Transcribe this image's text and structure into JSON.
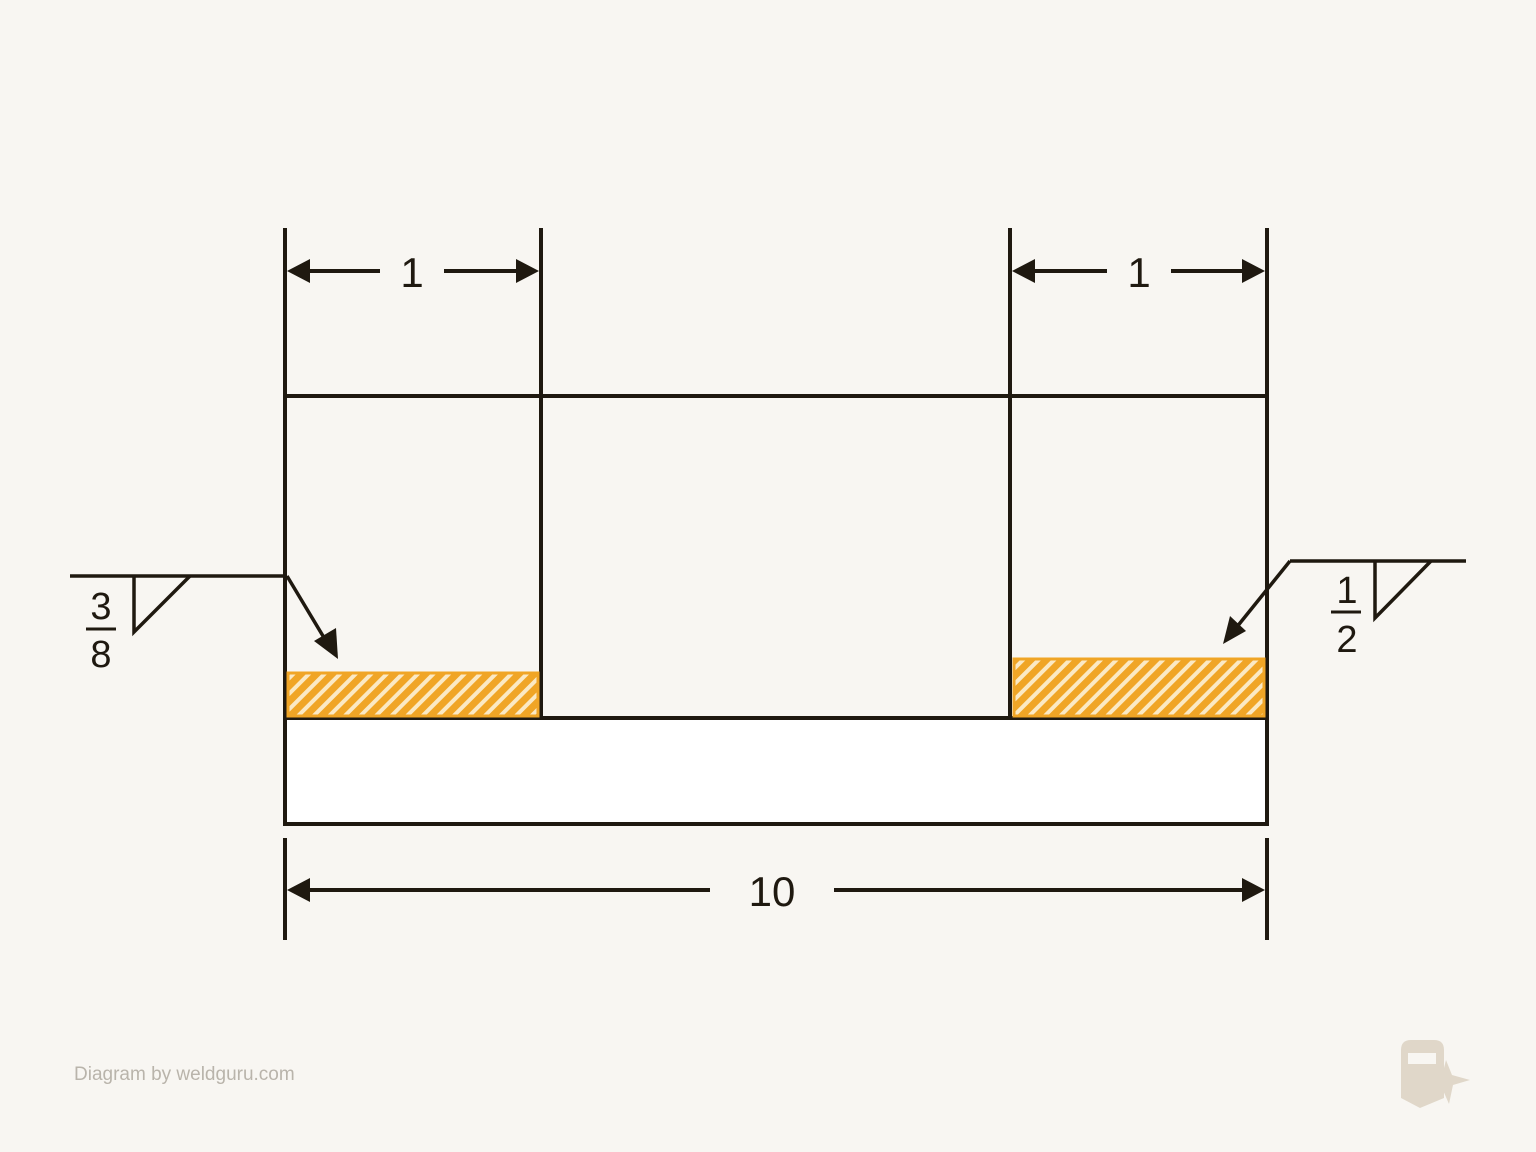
{
  "dimensions": {
    "left_segment": "1",
    "right_segment": "1",
    "overall": "10"
  },
  "weld_symbols": {
    "left": {
      "numerator": "3",
      "denominator": "8"
    },
    "right": {
      "numerator": "1",
      "denominator": "2"
    }
  },
  "credit": "Diagram by weldguru.com",
  "colors": {
    "background": "#f8f6f2",
    "ink": "#1f1910",
    "weld_fill": "#f0a526",
    "weld_hatch": "#fbe9c4",
    "base_plate": "#ffffff",
    "credit_text": "#b9b4ab"
  },
  "icons": {
    "logo": "welding-helmet-spark-icon"
  }
}
